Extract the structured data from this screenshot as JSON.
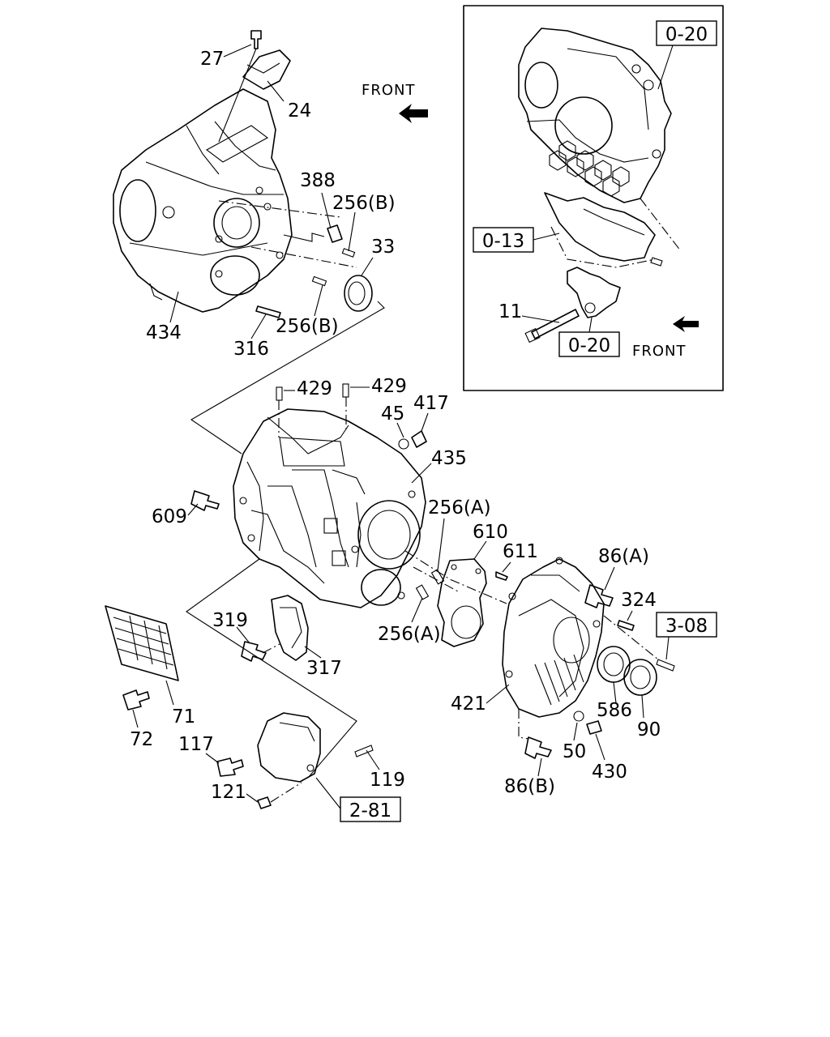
{
  "labels": {
    "p27": "27",
    "p24": "24",
    "p388": "388",
    "p256b_top": "256(B)",
    "p33": "33",
    "p434": "434",
    "p316": "316",
    "p256b_bot": "256(B)",
    "p429a": "429",
    "p429b": "429",
    "p45": "45",
    "p417": "417",
    "p435": "435",
    "p609": "609",
    "p256a_top": "256(A)",
    "p610": "610",
    "p611": "611",
    "p86a": "86(A)",
    "p324": "324",
    "p319": "319",
    "p317": "317",
    "p256a_bot": "256(A)",
    "p421": "421",
    "p586": "586",
    "p90": "90",
    "p71": "71",
    "p72": "72",
    "p117": "117",
    "p119": "119",
    "p121": "121",
    "p50": "50",
    "p430": "430",
    "p86b": "86(B)",
    "p11": "11"
  },
  "refs": {
    "r0_20_top": "0-20",
    "r0_13": "0-13",
    "r0_20_bot": "0-20",
    "r3_08": "3-08",
    "r2_81": "2-81"
  },
  "front": {
    "main": "FRONT",
    "inset": "FRONT"
  }
}
